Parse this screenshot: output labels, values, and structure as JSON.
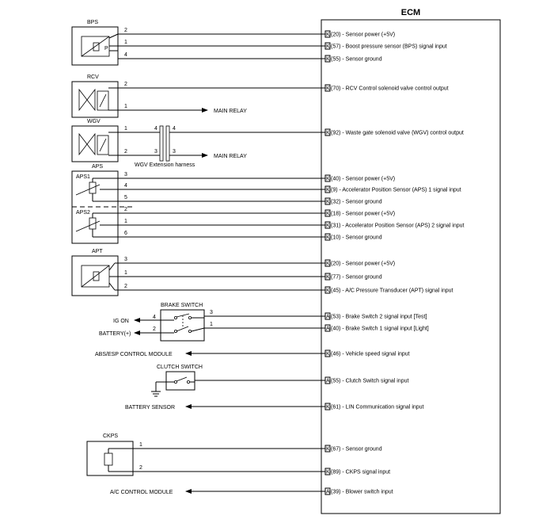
{
  "ecm": {
    "title": "ECM",
    "signals": [
      {
        "conn": "K",
        "text": "(20) - Sensor power (+5V)"
      },
      {
        "conn": "K",
        "text": "(57) - Boost pressure sensor (BPS) signal input"
      },
      {
        "conn": "K",
        "text": "(55) - Sensor ground"
      },
      {
        "conn": "K",
        "text": "(70) - RCV Control solenoid valve control output"
      },
      {
        "conn": "K",
        "text": "(92) - Waste gate solenoid valve (WGV) control output"
      },
      {
        "conn": "K",
        "text": "(40) - Sensor power (+5V)"
      },
      {
        "conn": "K",
        "text": "(9) - Accelerator Position Sensor (APS) 1 signal input"
      },
      {
        "conn": "K",
        "text": "(32) - Sensor ground"
      },
      {
        "conn": "K",
        "text": "(18) - Sensor power (+5V)"
      },
      {
        "conn": "K",
        "text": "(31) - Accelerator Position Sensor (APS) 2 signal input"
      },
      {
        "conn": "K",
        "text": "(10) - Sensor ground"
      },
      {
        "conn": "K",
        "text": "(20) - Sensor power (+5V)"
      },
      {
        "conn": "K",
        "text": "(77) - Sensor ground"
      },
      {
        "conn": "K",
        "text": "(45) - A/C Pressure Transducer (APT) signal input"
      },
      {
        "conn": "A",
        "text": "(53) - Brake Switch 2 signal input [Test]"
      },
      {
        "conn": "A",
        "text": "(40) - Brake Switch 1 signal input [Light]"
      },
      {
        "conn": "K",
        "text": "(46) - Vehicle speed signal input"
      },
      {
        "conn": "A",
        "text": "(55) - Clutch Switch signal input"
      },
      {
        "conn": "K",
        "text": "(61) - LIN Communication signal input"
      },
      {
        "conn": "K",
        "text": "(67) - Sensor ground"
      },
      {
        "conn": "K",
        "text": "(89) - CKPS signal input"
      },
      {
        "conn": "A",
        "text": "(39) - Blower switch input"
      }
    ]
  },
  "components": {
    "bps": {
      "label": "BPS",
      "pins": [
        "2",
        "1",
        "4"
      ],
      "inner": "P"
    },
    "rcv": {
      "label": "RCV",
      "pins": [
        "2",
        "1"
      ],
      "relay": "MAIN RELAY"
    },
    "wgv": {
      "label": "WGV",
      "pins": [
        "1",
        "2"
      ],
      "relay": "MAIN RELAY",
      "harness_label": "WGV Extension harness",
      "harness_pins": [
        "4",
        "4",
        "3",
        "3"
      ]
    },
    "aps": {
      "label": "APS",
      "sub1": "APS1",
      "sub2": "APS2",
      "pins1": [
        "3",
        "4",
        "5"
      ],
      "pins2": [
        "2",
        "1",
        "6"
      ]
    },
    "apt": {
      "label": "APT",
      "pins": [
        "3",
        "1",
        "2"
      ]
    },
    "brake": {
      "label": "BRAKE SWITCH",
      "ig_on": "IG ON",
      "battery": "BATTERY(+)",
      "pins_left": [
        "4",
        "2"
      ],
      "pins_right": [
        "3",
        "1"
      ]
    },
    "abs": {
      "label": "ABS/ESP CONTROL MODULE"
    },
    "clutch": {
      "label": "CLUTCH SWITCH"
    },
    "battery_sensor": {
      "label": "BATTERY SENSOR"
    },
    "ckps": {
      "label": "CKPS",
      "pins": [
        "1",
        "2"
      ]
    },
    "ac": {
      "label": "A/C CONTROL MODULE"
    }
  }
}
